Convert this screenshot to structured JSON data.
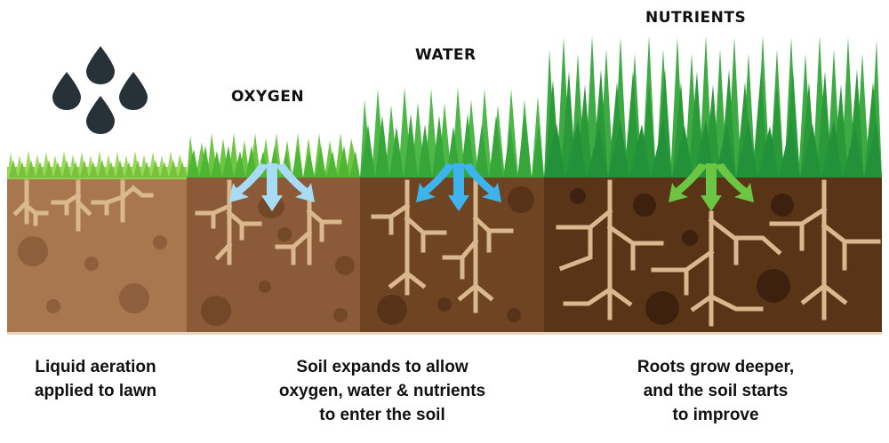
{
  "stages": [
    {
      "id": "liquid-aeration",
      "header": "",
      "icon": "water-drops-icon",
      "caption_lines": [
        "Liquid aeration",
        "applied to lawn"
      ]
    },
    {
      "id": "oxygen",
      "header": "OXYGEN",
      "arrow_color": "#a8dcf5"
    },
    {
      "id": "water",
      "header": "WATER",
      "arrow_color": "#3db4ec"
    },
    {
      "id": "nutrients",
      "header": "NUTRIENTS",
      "arrow_color": "#6cc644"
    }
  ],
  "captions": {
    "stage1": [
      "Liquid aeration",
      "applied to lawn"
    ],
    "stage2": [
      "Soil expands to allow",
      "oxygen, water & nutrients",
      "to enter the soil"
    ],
    "stage3": [
      "Roots grow deeper,",
      "and the soil starts",
      "to improve"
    ]
  },
  "labels": {
    "oxygen": "OXYGEN",
    "water": "WATER",
    "nutrients": "NUTRIENTS"
  },
  "colors": {
    "soil_1": "#a8764f",
    "soil_2": "#8b5a38",
    "soil_3": "#6f4422",
    "soil_4": "#5a3416",
    "root": "#d9b88f",
    "drop": "#263238",
    "grass_light": "#8fd14f",
    "grass_mid": "#5cbf3a",
    "grass_dark": "#2e9e3a"
  }
}
